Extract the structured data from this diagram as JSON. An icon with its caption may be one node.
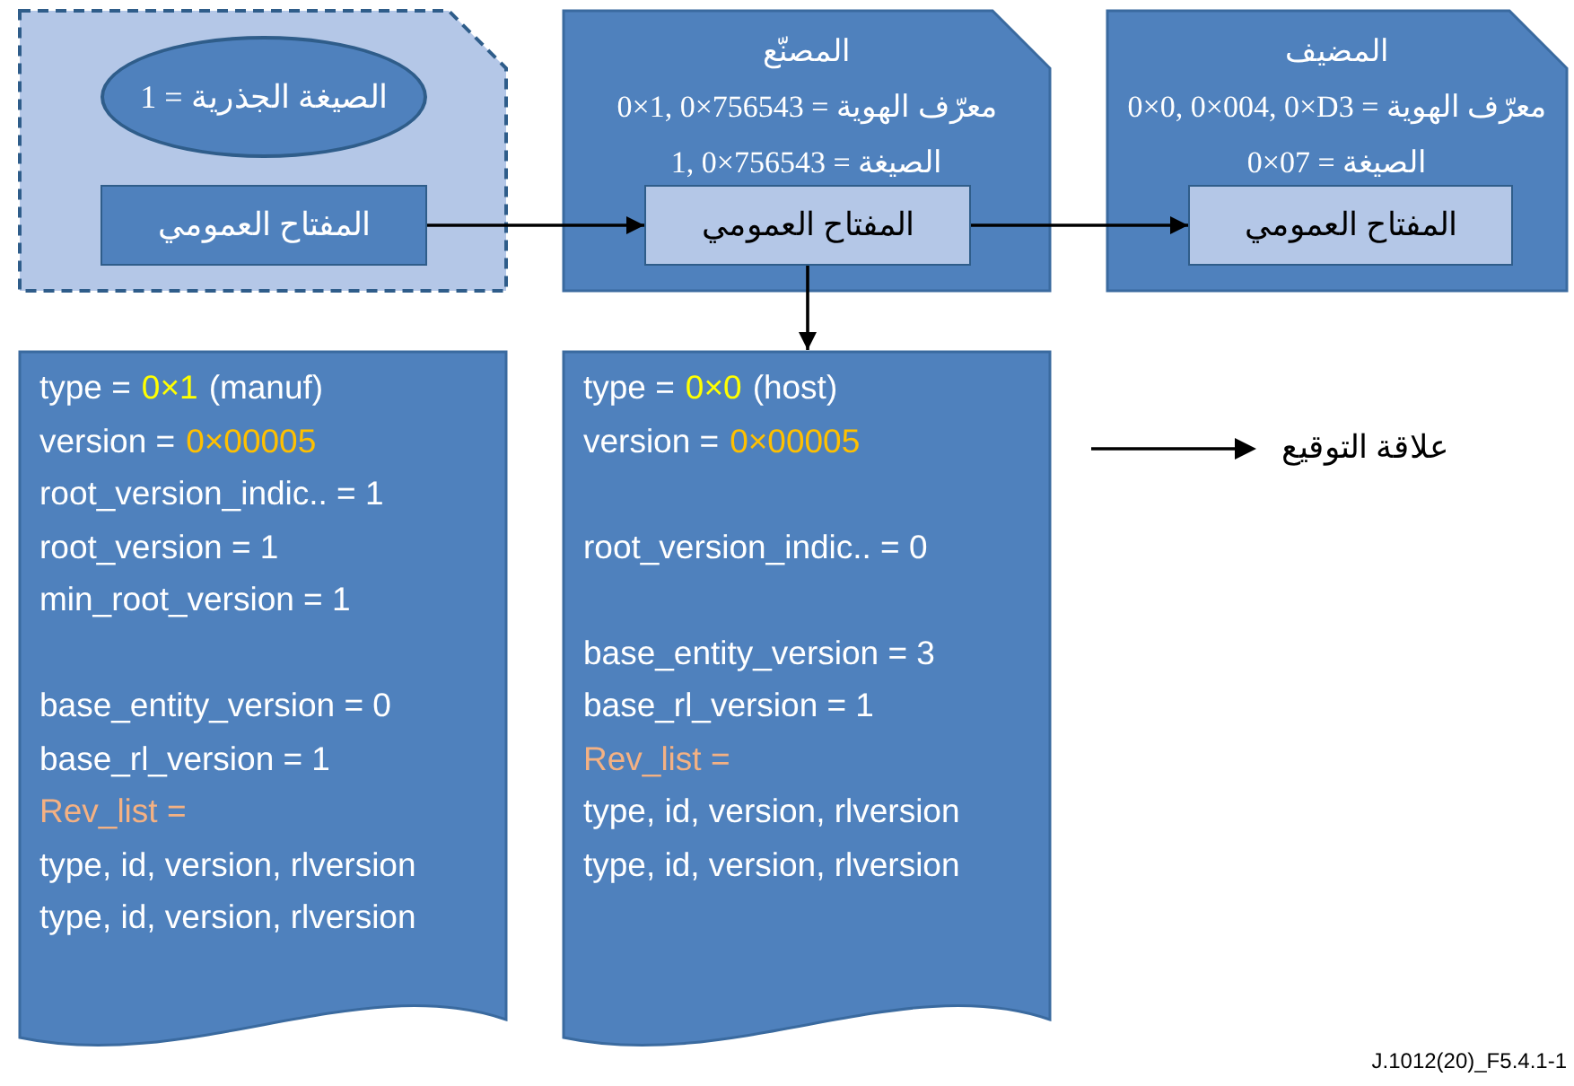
{
  "diagram": {
    "nodes": [
      {
        "text": [],
        "shape": "box"
      },
      {
        "text": [
          "1 = الصيغة الجذرية"
        ],
        "in": 0
      },
      {
        "text": [
          "المفتاح العمومي"
        ],
        "in": 0
      },
      {
        "text": [
          "المصنّع",
          "0×1, 0×756543 = معرّف الهوية",
          "1, 0×756543 = الصيغة"
        ]
      },
      {
        "text": [
          "المفتاح العمومي"
        ],
        "in": 3
      },
      {
        "text": [
          "المضيف",
          "0×0, 0×004, 0×D3 = معرّف الهوية",
          "0×07 = الصيغة"
        ]
      },
      {
        "text": [
          "المفتاح العمومي"
        ],
        "in": 5
      },
      {
        "text": [
          "type =",
          "0×1",
          "(manuf)",
          "version =",
          "0×00005",
          "root_version_indic.. = 1",
          "root_version = 1",
          "min_root_version = 1",
          "base_entity_version = 0",
          "base_rl_version = 1",
          "Rev_list =",
          "type, id, version, rlversion",
          "type, id, version, rlversion"
        ]
      },
      {
        "text": [
          "type =",
          "0×0",
          "(host)",
          "version =",
          "0×00005",
          "root_version_indic.. = 0",
          "base_entity_version = 3",
          "base_rl_version = 1",
          "Rev_list =",
          "type, id, version, rlversion",
          "type, id, version, rlversion"
        ]
      }
    ],
    "edges": [
      {
        "from": 2,
        "to": 4,
        "arrow": "to"
      },
      {
        "from": 4,
        "to": 6,
        "arrow": "to"
      },
      {
        "from": 4,
        "to": 8,
        "arrow": "to"
      }
    ],
    "labels": [
      "J.1012(20)_F5.4.1-1"
    ],
    "legend": [
      {
        "text": "علاقة التوقيع"
      }
    ]
  }
}
